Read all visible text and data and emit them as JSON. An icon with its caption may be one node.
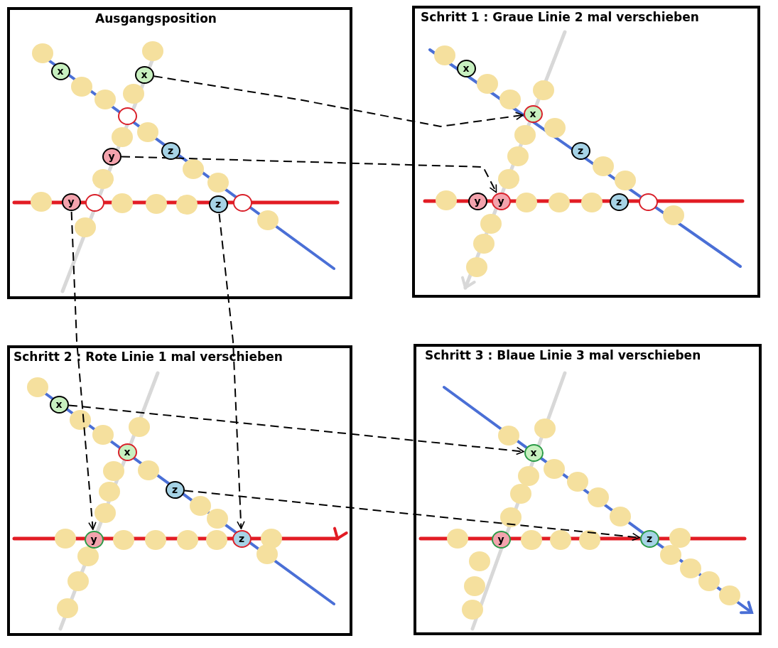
{
  "diagram": {
    "nodes": [
      {
        "text": [
          "Ausgangsposition"
        ]
      },
      {
        "text": [
          "x"
        ],
        "in": 0
      },
      {
        "text": [
          "x"
        ],
        "in": 0
      },
      {
        "text": [],
        "shape": "circle",
        "in": 0
      },
      {
        "text": [
          "y"
        ],
        "in": 0
      },
      {
        "text": [
          "z"
        ],
        "in": 0
      },
      {
        "text": [
          "y"
        ],
        "in": 0
      },
      {
        "text": [],
        "shape": "circle",
        "in": 0
      },
      {
        "text": [
          "z"
        ],
        "in": 0
      },
      {
        "text": [],
        "shape": "circle",
        "in": 0
      },
      {
        "text": [
          "Schritt 1 : Graue Linie 2 mal verschieben"
        ]
      },
      {
        "text": [
          "x"
        ],
        "in": 10
      },
      {
        "text": [
          "x"
        ],
        "in": 10
      },
      {
        "text": [
          "z"
        ],
        "in": 10
      },
      {
        "text": [
          "y"
        ],
        "in": 10
      },
      {
        "text": [
          "y"
        ],
        "in": 10
      },
      {
        "text": [
          "z"
        ],
        "in": 10
      },
      {
        "text": [],
        "shape": "circle",
        "in": 10
      },
      {
        "text": [
          "Schritt 2 : Rote Linie 1 mal verschieben"
        ]
      },
      {
        "text": [
          "x"
        ],
        "in": 18
      },
      {
        "text": [
          "x"
        ],
        "in": 18
      },
      {
        "text": [
          "z"
        ],
        "in": 18
      },
      {
        "text": [
          "y"
        ],
        "in": 18
      },
      {
        "text": [
          "z"
        ],
        "in": 18
      },
      {
        "text": [
          "Schritt 3 : Blaue Linie 3 mal verschieben"
        ]
      },
      {
        "text": [
          "x"
        ],
        "in": 24
      },
      {
        "text": [
          "y"
        ],
        "in": 24
      },
      {
        "text": [
          "z"
        ],
        "in": 24
      }
    ],
    "edges": [
      {
        "from": 2,
        "to": 12,
        "arrow": "to",
        "style": "dashed"
      },
      {
        "from": 4,
        "to": 15,
        "arrow": "to",
        "style": "dashed"
      },
      {
        "from": 6,
        "to": 22,
        "arrow": "to",
        "style": "dashed"
      },
      {
        "from": 8,
        "to": 23,
        "arrow": "to",
        "style": "dashed"
      },
      {
        "from": 19,
        "to": 25,
        "arrow": "to",
        "style": "dashed"
      },
      {
        "from": 21,
        "to": 27,
        "arrow": "to",
        "style": "dashed"
      }
    ]
  }
}
